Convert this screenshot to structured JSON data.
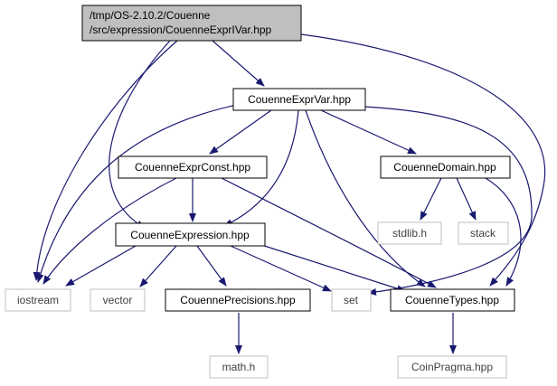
{
  "colors": {
    "edge": "#191970",
    "root_fill": "#bfbfbf",
    "external_stroke": "#bfbfbf"
  },
  "nodes": {
    "root_line1": "/tmp/OS-2.10.2/Couenne",
    "root_line2": "/src/expression/CouenneExprIVar.hpp",
    "expr_var": "CouenneExprVar.hpp",
    "expr_const": "CouenneExprConst.hpp",
    "domain": "CouenneDomain.hpp",
    "expression": "CouenneExpression.hpp",
    "stdlib": "stdlib.h",
    "stack": "stack",
    "iostream": "iostream",
    "vector": "vector",
    "precisions": "CouennePrecisions.hpp",
    "set": "set",
    "types": "CouenneTypes.hpp",
    "math": "math.h",
    "coinpragma": "CoinPragma.hpp"
  }
}
